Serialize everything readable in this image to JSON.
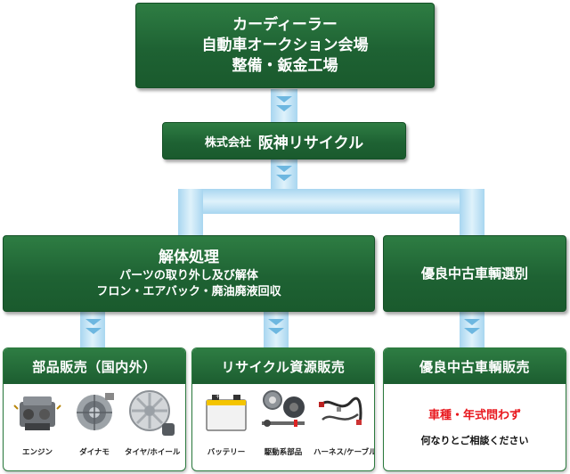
{
  "top_box": {
    "line1": "カーディーラー",
    "line2": "自動車オークション会場",
    "line3": "整備・鈑金工場"
  },
  "company_box": {
    "prefix": "株式会社",
    "name": "阪神リサイクル"
  },
  "dismantle_box": {
    "title": "解体処理",
    "line1": "パーツの取り外し及び解体",
    "line2": "フロン・エアバック・廃油廃液回収"
  },
  "select_box": {
    "title": "優良中古車輌選別"
  },
  "parts_panel": {
    "title": "部品販売（国内外）",
    "items": [
      {
        "label": "エンジン",
        "icon": "engine-icon"
      },
      {
        "label": "ダイナモ",
        "icon": "alternator-icon"
      },
      {
        "label": "タイヤ/ホイール",
        "icon": "wheel-icon"
      }
    ]
  },
  "recycle_panel": {
    "title": "リサイクル資源販売",
    "items": [
      {
        "label": "バッテリー",
        "icon": "battery-icon"
      },
      {
        "label": "駆動系部品",
        "icon": "drive-parts-icon"
      },
      {
        "label": "ハーネス/ケーブル",
        "icon": "harness-icon"
      }
    ]
  },
  "used_car_panel": {
    "title": "優良中古車輌販売",
    "highlight": "車種・年式問わず",
    "sub": "何なりとご相談ください"
  },
  "colors": {
    "box_green": "#1e6233",
    "connector_blue": "#a8d6f0",
    "highlight_red": "#e8181e"
  }
}
